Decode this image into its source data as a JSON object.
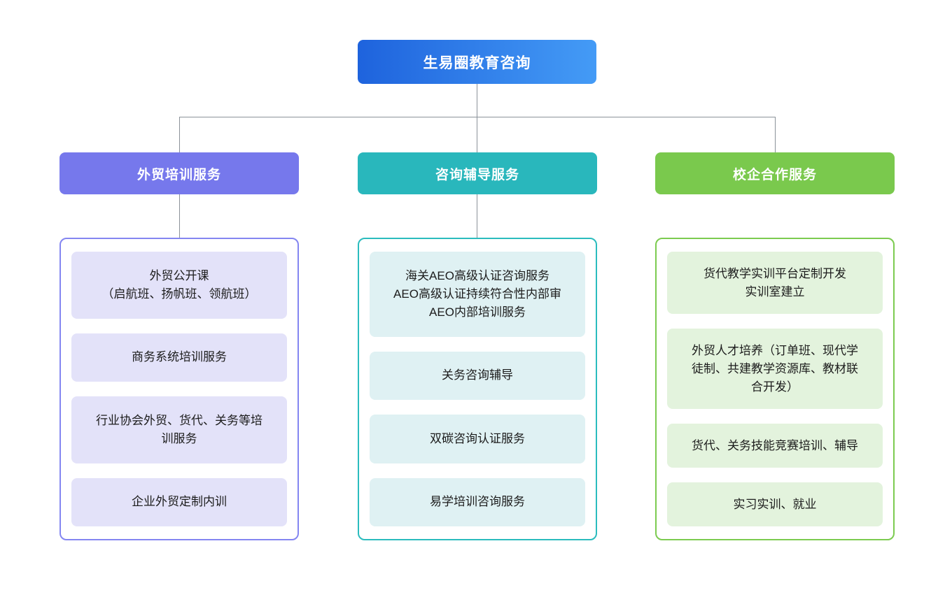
{
  "root": {
    "label": "生易圈教育咨询",
    "colors": {
      "from": "#1e63dd",
      "to": "#449bf6"
    }
  },
  "connector_color": "#8b9299",
  "branches": [
    {
      "label": "外贸培训服务",
      "colors": {
        "header": "#7678ec",
        "border": "#8486f1",
        "item_bg": "#e3e2f9"
      },
      "items": [
        "外贸公开课\n（启航班、扬帆班、领航班）",
        "商务系统培训服务",
        "行业协会外贸、货代、关务等培训服务",
        "企业外贸定制内训"
      ]
    },
    {
      "label": "咨询辅导服务",
      "colors": {
        "header": "#29b7bc",
        "border": "#2bbcbe",
        "item_bg": "#dff1f3"
      },
      "items": [
        "海关AEO高级认证咨询服务\nAEO高级认证持续符合性内部审\nAEO内部培训服务",
        "关务咨询辅导",
        "双碳咨询认证服务",
        "易学培训咨询服务"
      ]
    },
    {
      "label": "校企合作服务",
      "colors": {
        "header": "#7ac94d",
        "border": "#7ccb50",
        "item_bg": "#e3f3dd"
      },
      "items": [
        "货代教学实训平台定制开发\n实训室建立",
        "外贸人才培养（订单班、现代学徒制、共建教学资源库、教材联合开发）",
        "货代、关务技能竞赛培训、辅导",
        "实习实训、就业"
      ]
    }
  ]
}
